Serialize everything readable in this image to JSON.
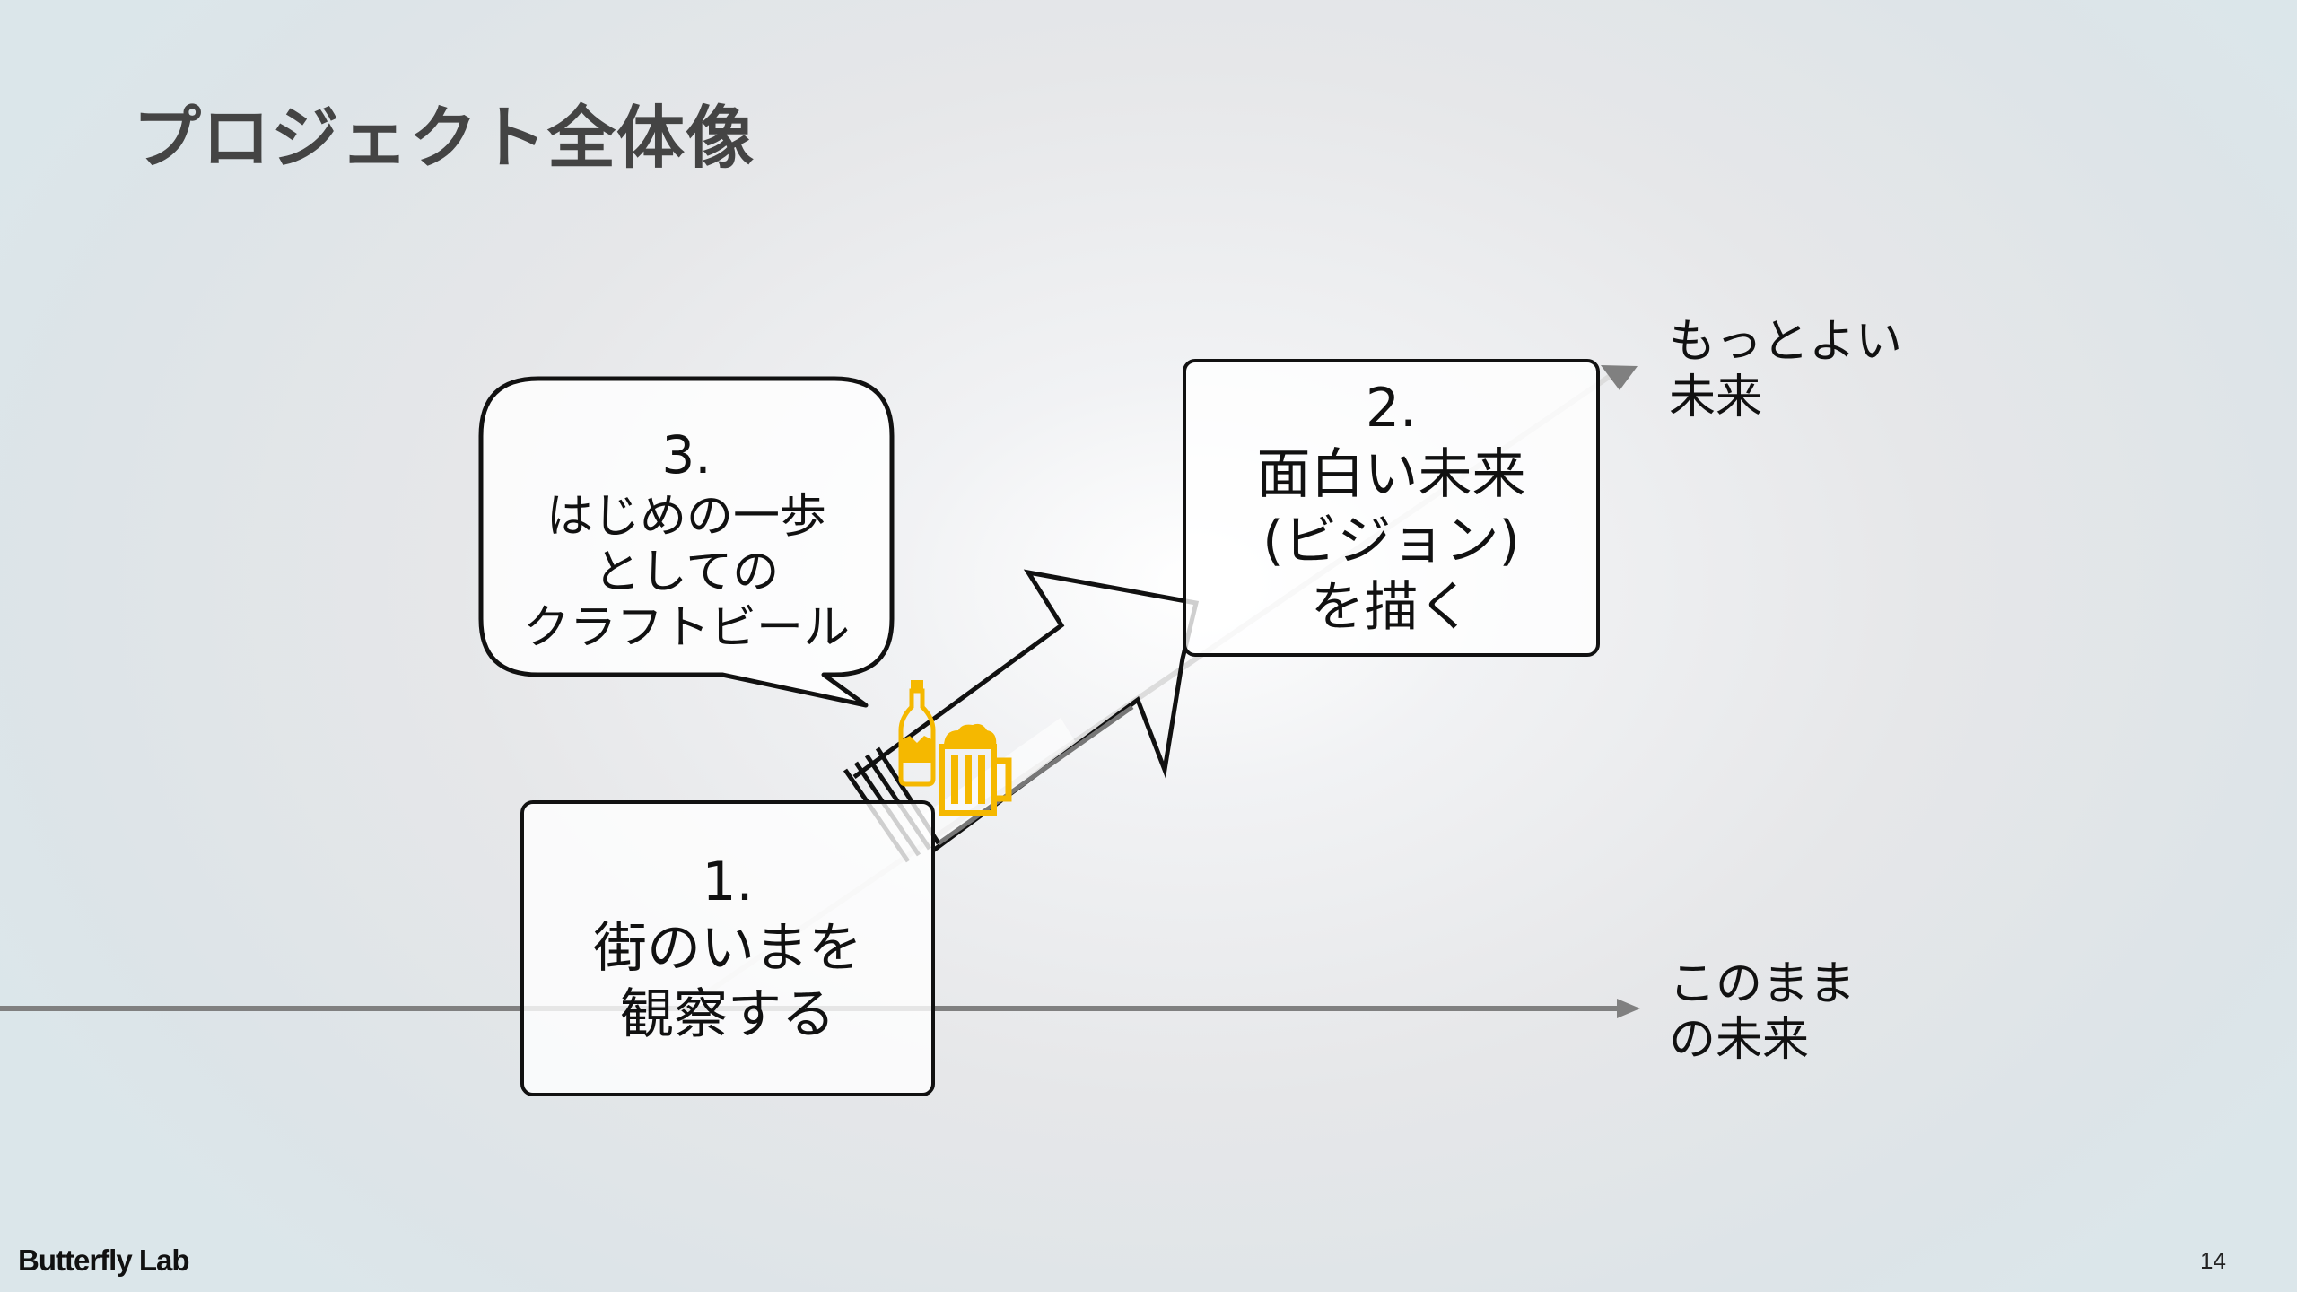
{
  "slide": {
    "title": "プロジェクト全体像",
    "page_number": "14",
    "brand": "Butterfly Lab"
  },
  "steps": [
    {
      "number": "1.",
      "lines": [
        "街のいまを",
        "観察する"
      ]
    },
    {
      "number": "2.",
      "lines": [
        "面白い未来",
        "(ビジョン)",
        "を描く"
      ]
    },
    {
      "number": "3.",
      "lines": [
        "はじめの一歩",
        "としての",
        "クラフトビール"
      ]
    }
  ],
  "paths": {
    "better_future": [
      "もっとよい",
      "未来"
    ],
    "same_future": [
      "このまま",
      "の未来"
    ]
  },
  "icons": [
    "beer-bottle-icon",
    "beer-mug-icon"
  ],
  "colors": {
    "beer_icon": "#F5B800",
    "baseline_arrow": "#808080",
    "growth_arrow": "#dcdcdc",
    "title_text": "#444444"
  }
}
